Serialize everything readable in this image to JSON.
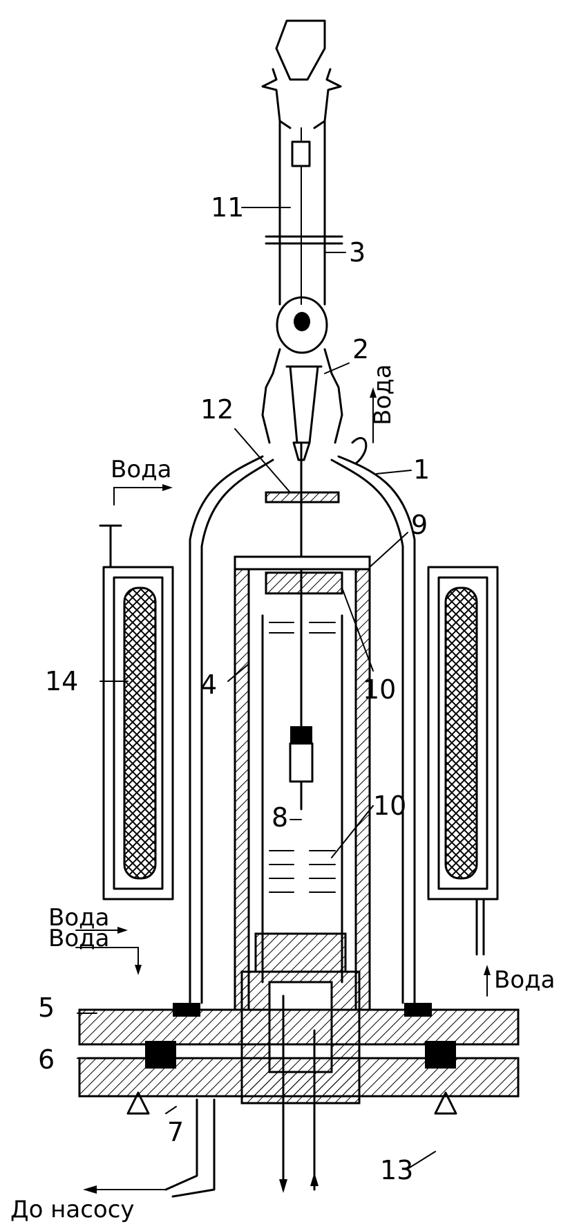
{
  "labels": {
    "n1": "1",
    "n2": "2",
    "n3": "3",
    "n4": "4",
    "n5": "5",
    "n6": "6",
    "n7": "7",
    "n8": "8",
    "n9": "9",
    "n10a": "10",
    "n10b": "10",
    "n11": "11",
    "n12": "12",
    "n13": "13",
    "n14": "14"
  },
  "words": {
    "water_top": "Вода",
    "water_left_in": "Вода",
    "water_left_in2": "Вода",
    "water_right_out": "Вода",
    "water_vertical": "Вода",
    "to_pump": "До насосу"
  },
  "colors": {
    "ink": "#000000",
    "paper": "#ffffff"
  }
}
